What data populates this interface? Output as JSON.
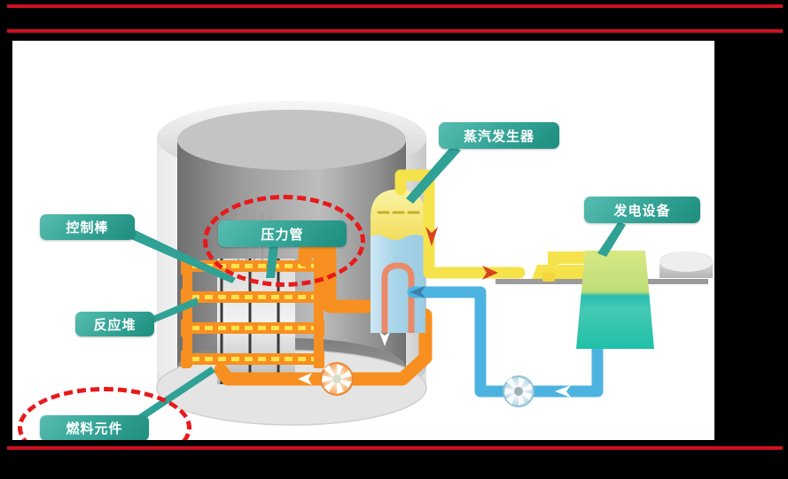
{
  "page": {
    "background_color": "#000000",
    "panel_background": "#ffffff",
    "accent_rule_color": "#cc1122",
    "rules": [
      {
        "name": "top-rule-1"
      },
      {
        "name": "top-rule-2"
      },
      {
        "name": "bottom-rule"
      }
    ]
  },
  "diagram": {
    "title": "",
    "type": "nuclear-power-plant-schematic",
    "label_style": {
      "fill_light": "#58bdb0",
      "fill_mid": "#3aa99b",
      "fill_dark": "#1d8d7e",
      "text_color": "#ffffff"
    },
    "highlight_color": "#e8191b",
    "callouts": [
      {
        "id": "control_rod",
        "label": "控制棒",
        "highlighted": false
      },
      {
        "id": "pressure_tube",
        "label": "压力管",
        "highlighted": true
      },
      {
        "id": "reactor",
        "label": "反应堆",
        "highlighted": false
      },
      {
        "id": "fuel_element",
        "label": "燃料元件",
        "highlighted": true
      },
      {
        "id": "steam_generator",
        "label": "蒸汽发生器",
        "highlighted": false
      },
      {
        "id": "generator_set",
        "label": "发电设备",
        "highlighted": false
      }
    ],
    "components": {
      "containment_vessel": {
        "name": "containment-vessel",
        "color": "#9a9a9a"
      },
      "reactor_core": {
        "name": "reactor-core",
        "tube_rows": 4,
        "color": "#f79020",
        "dash_color": "#ffe24d"
      },
      "primary_loop": {
        "name": "primary-coolant-loop",
        "color": "#f79020"
      },
      "steam_generator": {
        "name": "steam-generator",
        "dome_color": "#f6e56b",
        "water_color": "#a9d6ea"
      },
      "steam_line": {
        "name": "steam-line",
        "color": "#f6e24b"
      },
      "feedwater_line": {
        "name": "feedwater-line",
        "color": "#4cb3e0"
      },
      "turbine": {
        "name": "turbine",
        "color": "#f6e24b"
      },
      "generator": {
        "name": "generator-housing",
        "color_top": "#c7e06a",
        "color_bottom": "#2fc0ae"
      },
      "condenser": {
        "name": "condenser",
        "color": "#c8c8c8"
      },
      "primary_pump": {
        "name": "primary-pump",
        "color": "#f79020"
      },
      "feedwater_pump": {
        "name": "feedwater-pump",
        "color": "#4cb3e0"
      }
    }
  }
}
